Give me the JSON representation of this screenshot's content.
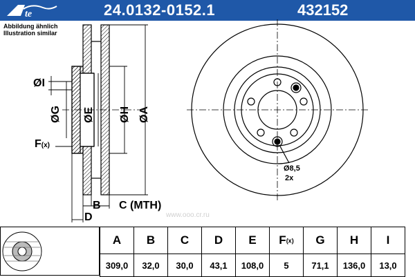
{
  "header": {
    "brand": "Ate",
    "part_number": "24.0132-0152.1",
    "catalog_code": "432152",
    "brand_color": "#1f58a8"
  },
  "note": {
    "line1": "Abbildung ähnlich",
    "line2": "Illustration similar"
  },
  "drawing_labels": {
    "dim_I": "ØI",
    "dim_G": "ØG",
    "dim_E": "ØE",
    "dim_H": "ØH",
    "dim_A": "ØA",
    "dim_F": "F",
    "dim_F_sub": "(x)",
    "dim_B": "B",
    "dim_C": "C (MTH)",
    "dim_D": "D",
    "hole_dia": "Ø8,5",
    "hole_count": "2x"
  },
  "table": {
    "headers": [
      "A",
      "B",
      "C",
      "D",
      "E",
      "F",
      "G",
      "H",
      "I"
    ],
    "f_sub": "(x)",
    "values": [
      "309,0",
      "32,0",
      "30,0",
      "43,1",
      "108,0",
      "5",
      "71,1",
      "136,0",
      "13,0"
    ]
  },
  "watermark": "www.ooo.cr.ru"
}
